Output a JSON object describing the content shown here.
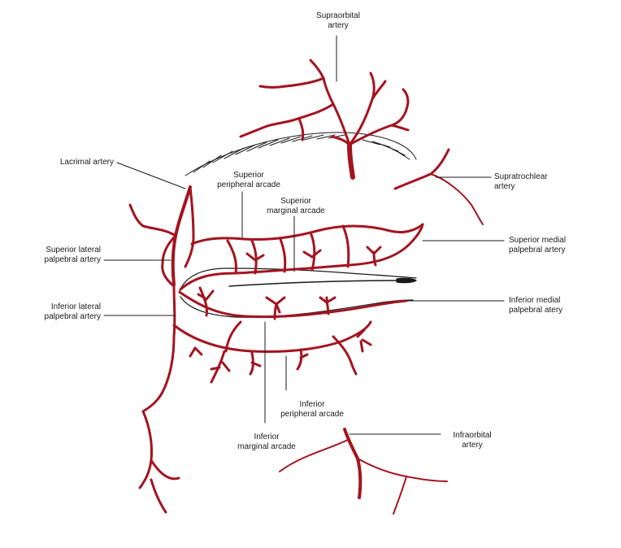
{
  "figure": {
    "colors": {
      "artery": "#a3141f",
      "outline": "#1a1a1a",
      "leader": "#1a1a1a",
      "background": "#ffffff"
    },
    "labels": {
      "supraorbital": "Supraorbital\nartery",
      "lacrimal": "Lacrimal artery",
      "superior_peripheral_arcade": "Superior\nperipheral arcade",
      "superior_marginal_arcade": "Superior\nmarginal arcade",
      "supratrochlear": "Supratrochlear\nartery",
      "superior_lateral_palpebral": "Superior lateral\npalpebral artery",
      "superior_medial_palpebral": "Superior medial\npalpebral artery",
      "inferior_lateral_palpebral": "Inferior lateral\npalpebral artery",
      "inferior_medial_palpebral": "Inferior medial\npalpebral atery",
      "inferior_peripheral_arcade": "Inferior\nperipheral arcade",
      "inferior_marginal_arcade": "Inferior\nmarginal arcade",
      "infraorbital": "Infraorbital\nartery"
    }
  }
}
